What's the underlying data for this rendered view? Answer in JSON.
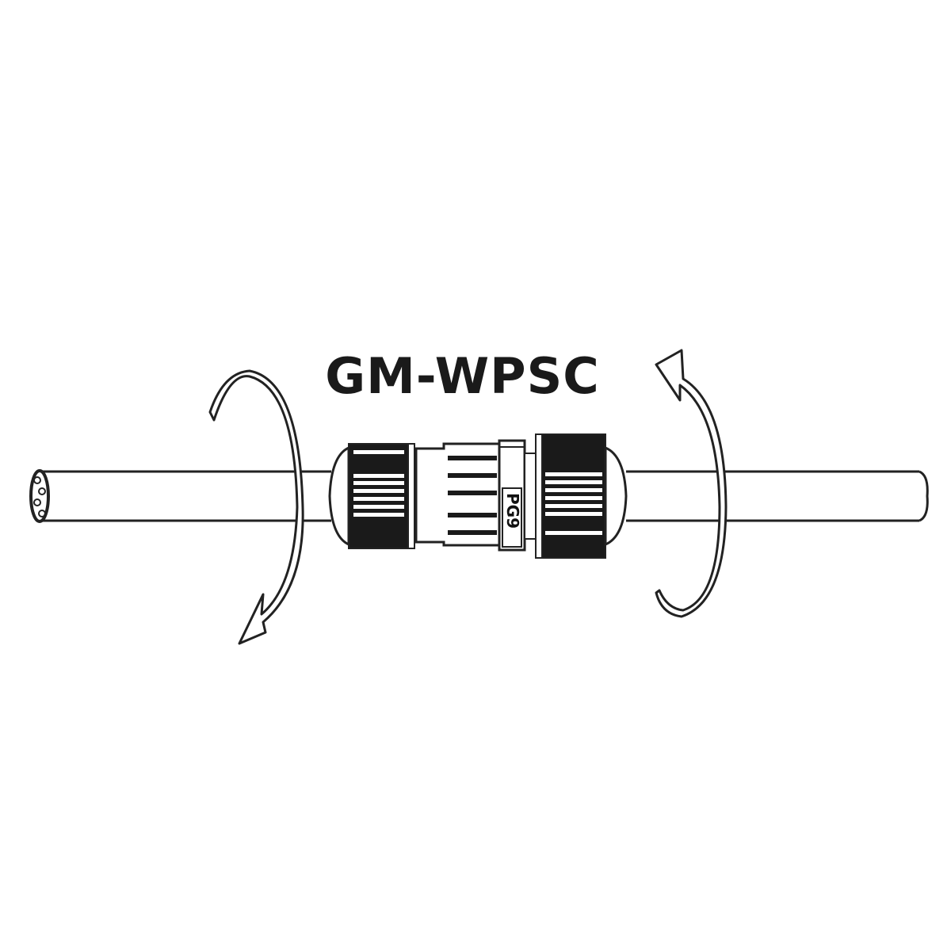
{
  "diagram": {
    "title": "GM-WPSC",
    "connector_marking": "PG9",
    "colors": {
      "line": "#222222",
      "fill_dark": "#1a1a1a",
      "background": "#ffffff"
    },
    "elements": {
      "left_cable": "Cable with exposed conductors at left end",
      "right_cable": "Cable with closed end at right",
      "connector": "Waterproof cable coupler with two knurled gland nuts",
      "left_arrow": "Curved rotation arrow, clockwise (downward)",
      "right_arrow": "Curved rotation arrow, counter-clockwise (upward)"
    }
  }
}
